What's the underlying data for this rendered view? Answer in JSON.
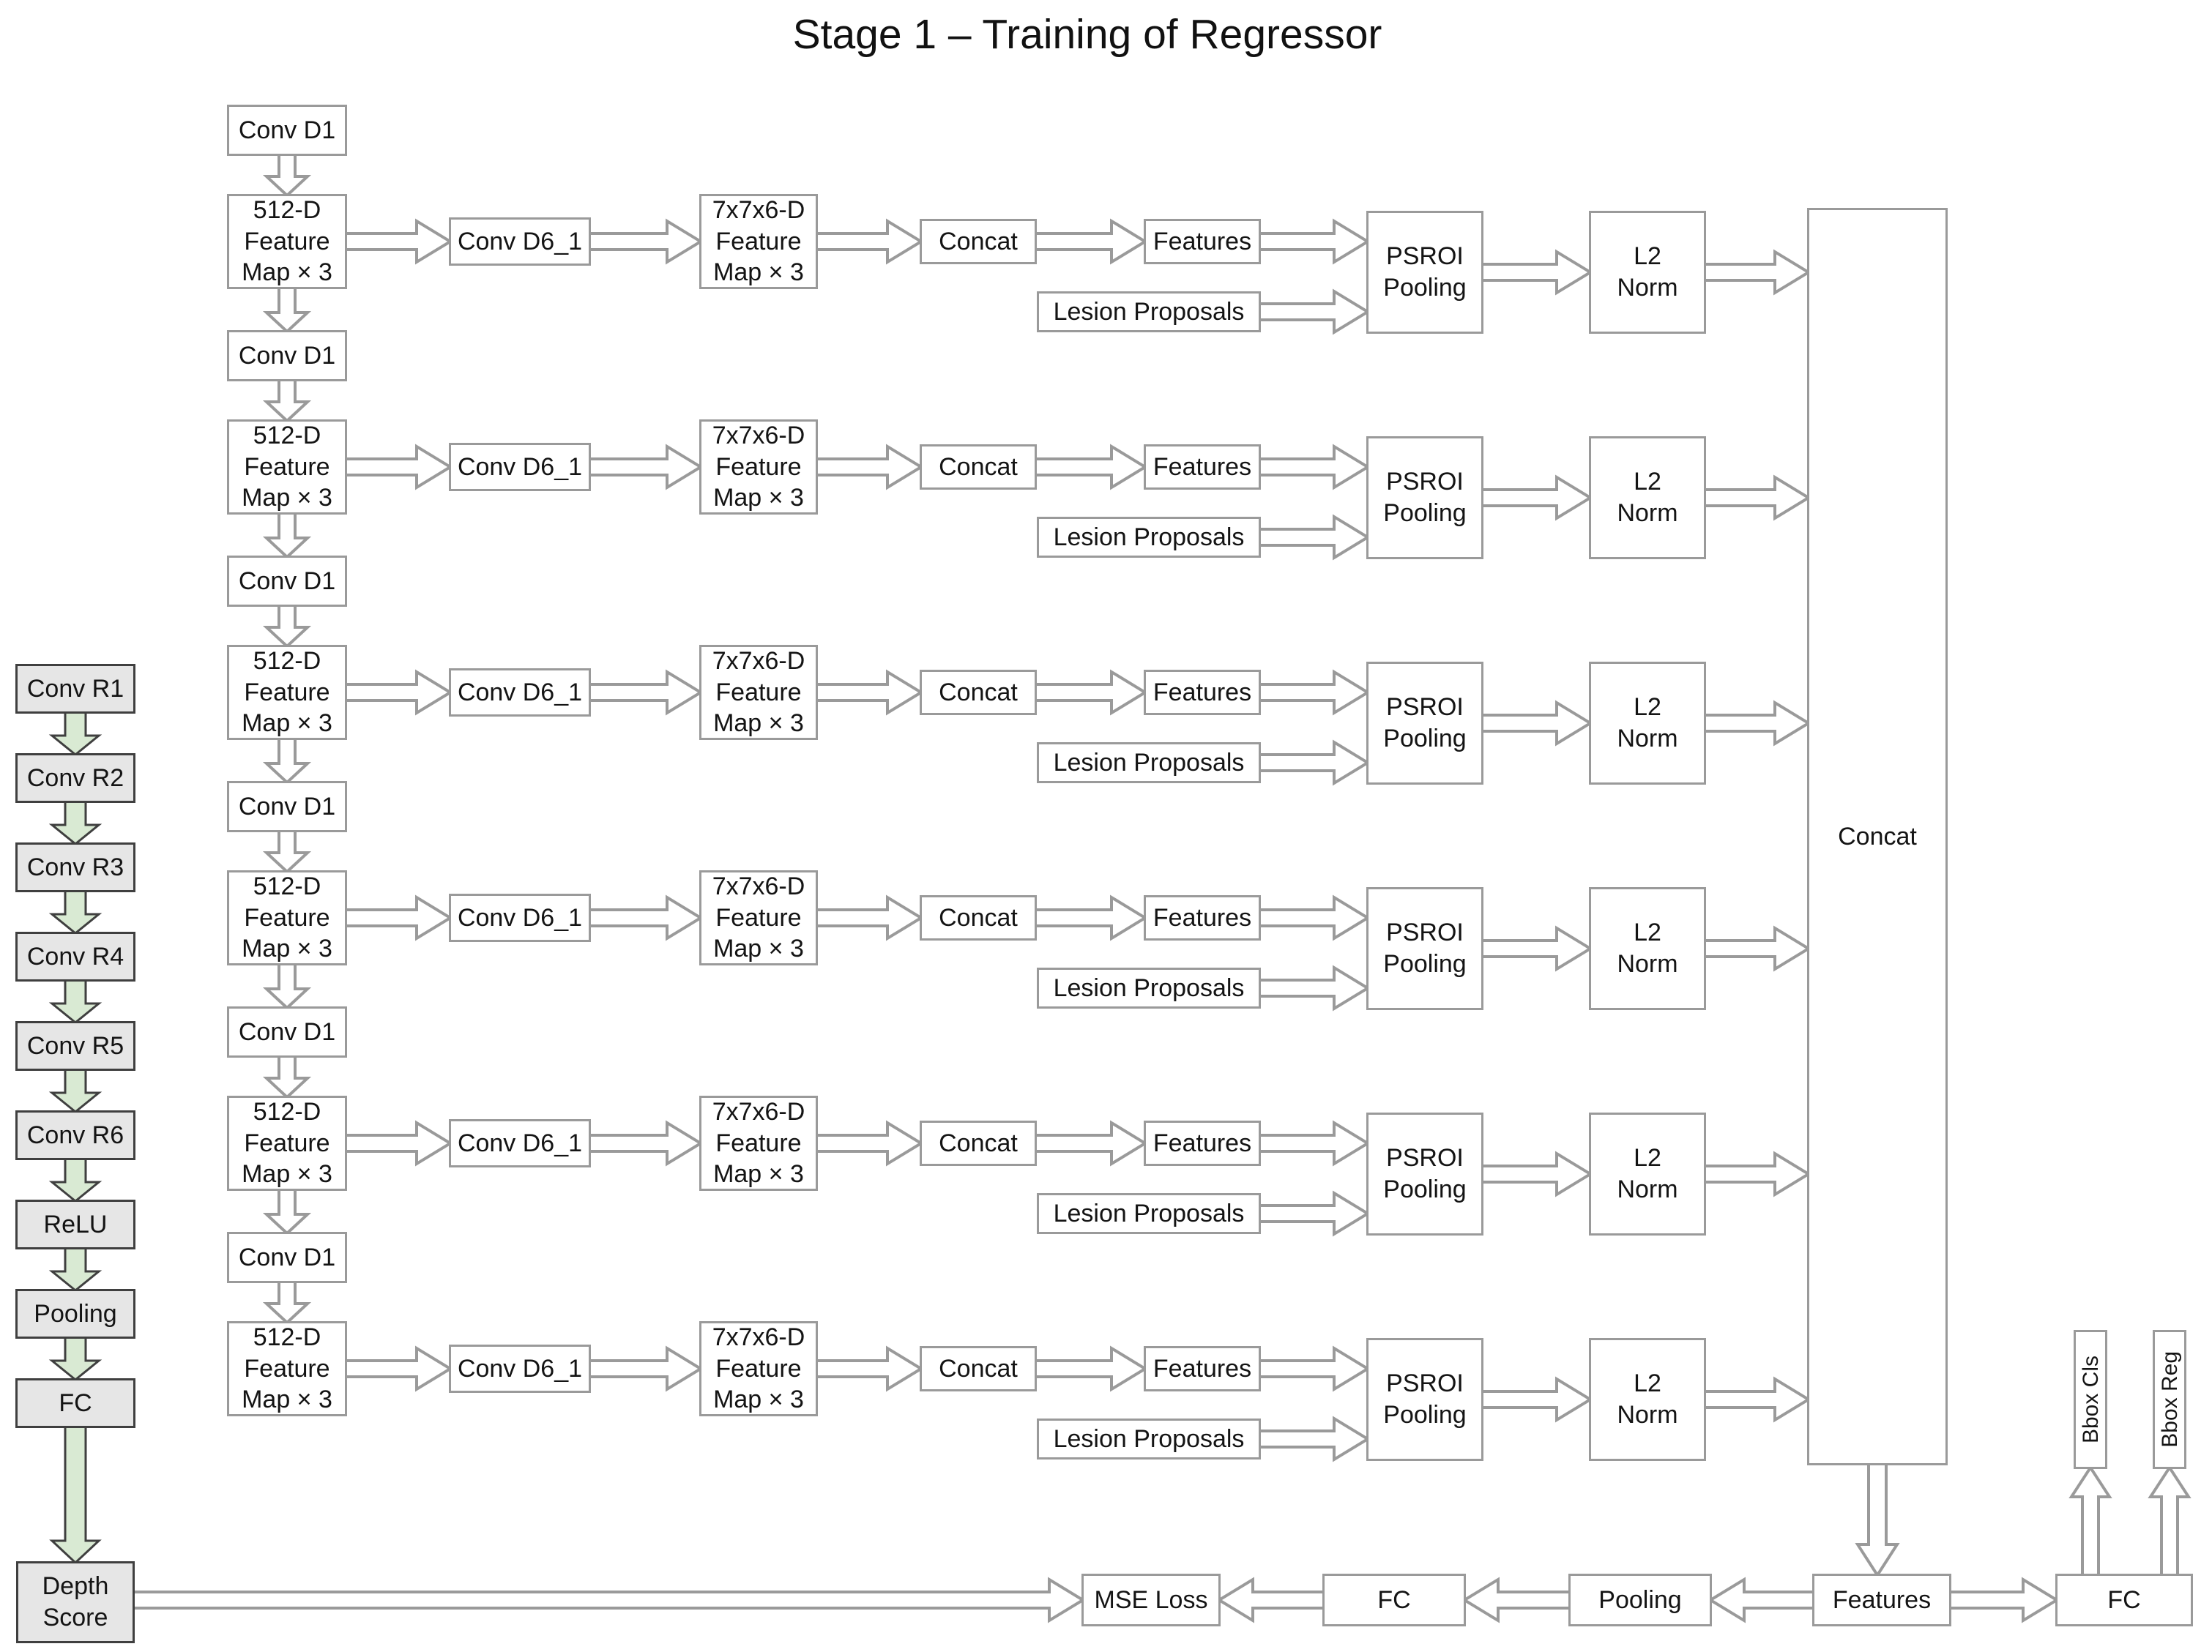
{
  "title": "Stage 1 – Training of Regressor",
  "colors": {
    "box_border": "#9a9a9a",
    "dark_border": "#3f3f3f",
    "gray_fill": "#e6e6e6",
    "green_fill": "#d9ead3",
    "arrow_fill": "#ffffff",
    "text": "#141414",
    "background": "#ffffff"
  },
  "left_chain": {
    "items": [
      "Conv R1",
      "Conv R2",
      "Conv R3",
      "Conv R4",
      "Conv R5",
      "Conv R6",
      "ReLU",
      "Pooling",
      "FC"
    ],
    "output": "Depth\nScore"
  },
  "row_count": 6,
  "row_labels": {
    "conv_d1": "Conv D1",
    "feature_map": "512-D\nFeature\nMap × 3",
    "conv_d6": "Conv D6_1",
    "feature_map_7": "7x7x6-D\nFeature\nMap × 3",
    "concat": "Concat",
    "features": "Features",
    "lesion_proposals": "Lesion Proposals",
    "psroi": "PSROI\nPooling",
    "l2_norm": "L2\nNorm"
  },
  "merge": {
    "concat": "Concat"
  },
  "bottom": {
    "mse_loss": "MSE Loss",
    "fc": "FC",
    "pooling": "Pooling",
    "features": "Features",
    "fc_head": "FC",
    "bbox_cls": "Bbox Cls",
    "bbox_reg": "Bbox Reg"
  }
}
